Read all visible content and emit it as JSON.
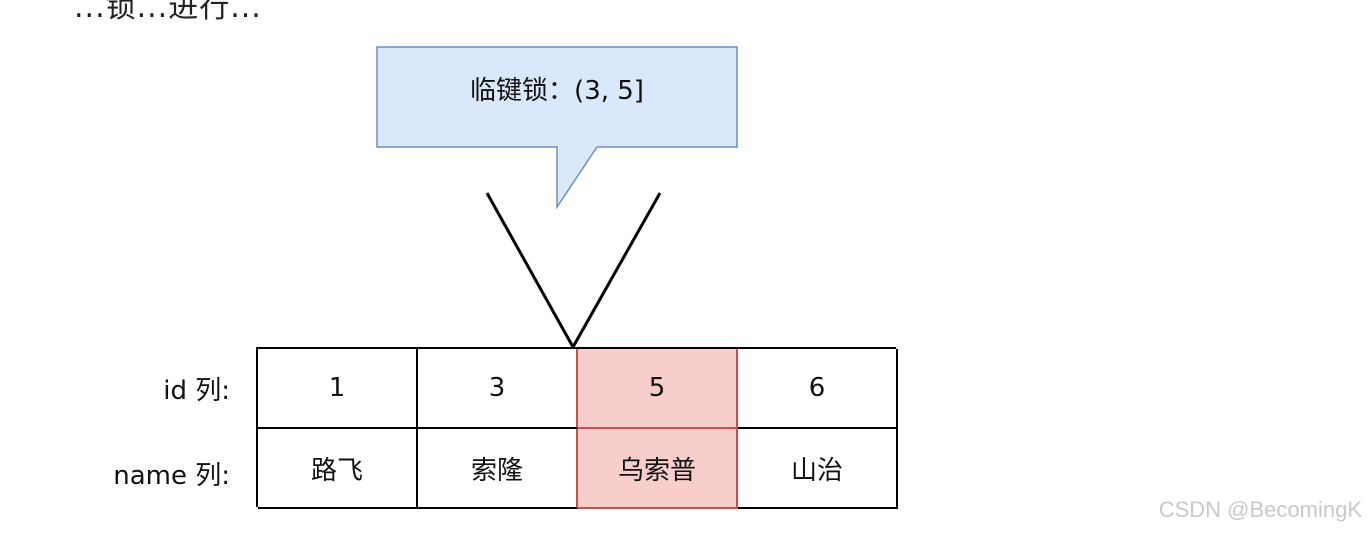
{
  "top_text": "...锁...进行...",
  "callout": {
    "label": "临键锁：(3, 5]",
    "fill": "#dae8fc",
    "stroke": "#6c8ebf"
  },
  "rows": {
    "id_label": "id 列:",
    "name_label": "name 列:"
  },
  "table": {
    "columns": [
      {
        "id": "1",
        "name": "路飞",
        "highlight": false
      },
      {
        "id": "3",
        "name": "索隆",
        "highlight": false
      },
      {
        "id": "5",
        "name": "乌索普",
        "highlight": true
      },
      {
        "id": "6",
        "name": "山治",
        "highlight": false
      }
    ],
    "highlight_color": "#f8cecc"
  },
  "watermark": "CSDN @BecomingK"
}
